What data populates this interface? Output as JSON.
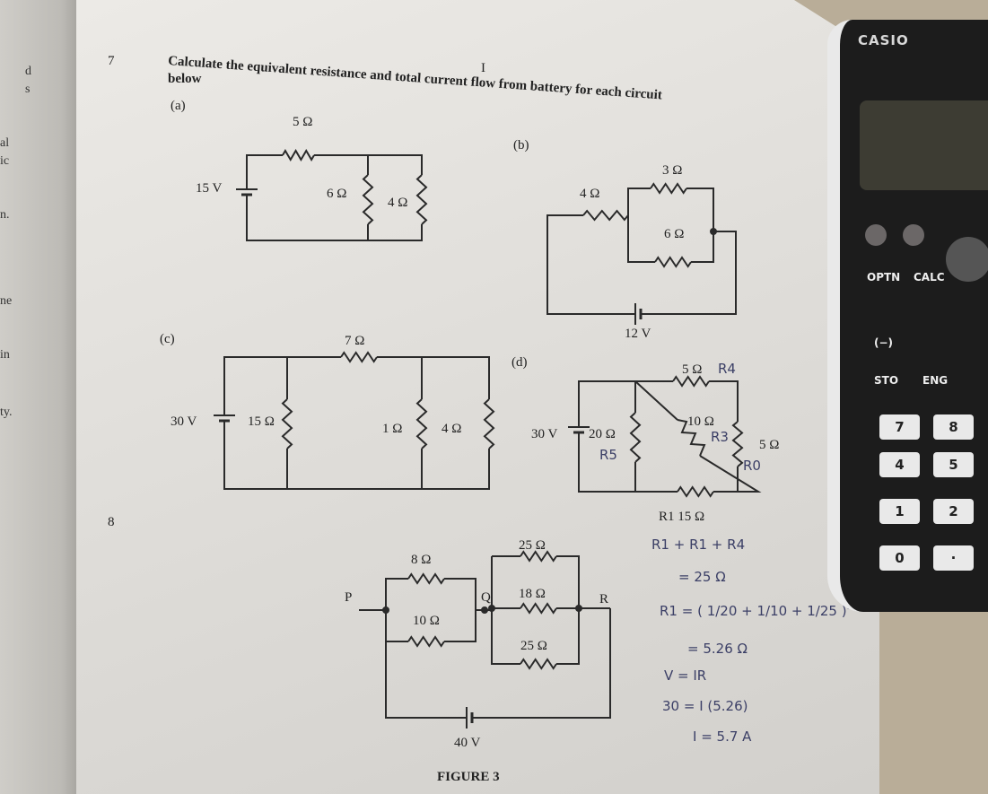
{
  "left_page_fragments": [
    "d",
    "s",
    "al",
    "ic",
    "n.",
    "ne",
    "in",
    "ty."
  ],
  "question": {
    "number": "7",
    "text": "Calculate the equivalent resistance and total current flow from battery for each circuit",
    "text2": "below",
    "mark": "I"
  },
  "circuit_a": {
    "label": "(a)",
    "r_series": "5 Ω",
    "voltage": "15 V",
    "r1": "6 Ω",
    "r2": "4 Ω"
  },
  "circuit_b": {
    "label": "(b)",
    "r1": "3 Ω",
    "r2": "4 Ω",
    "r3": "6 Ω",
    "voltage": "12 V"
  },
  "circuit_c": {
    "label": "(c)",
    "r_series": "7 Ω",
    "voltage": "30 V",
    "r1": "15 Ω",
    "r2": "1 Ω",
    "r3": "4 Ω"
  },
  "circuit_d": {
    "label": "(d)",
    "r_top": "5 Ω",
    "r_top_note": "R4",
    "voltage": "30 V",
    "r_left": "20 Ω",
    "r_left_note": "R5",
    "r_diag": "10 Ω",
    "r_diag_note": "R3",
    "r_right": "5 Ω",
    "r_right_note": "R0",
    "r_bottom": "R1 15 Ω"
  },
  "question8": {
    "number": "8",
    "node_p": "P",
    "node_q": "Q",
    "node_r": "R",
    "r1": "8 Ω",
    "r2": "10 Ω",
    "r3": "25 Ω",
    "r4": "18 Ω",
    "r5": "25 Ω",
    "voltage": "40 V",
    "caption": "FIGURE 3"
  },
  "handwritten": [
    "R1 + R1 + R4",
    "= 25 Ω",
    "R1 = ( 1/20 + 1/10 + 1/25 )⁻¹",
    "= 5.26 Ω",
    "V = IR",
    "30 = I (5.26)",
    "I = 5.7 A"
  ],
  "calculator": {
    "brand": "CASIO",
    "keys": [
      "OPTN",
      "CALC",
      "(−)",
      "STO",
      "ENG"
    ],
    "number_keys": [
      "7",
      "8",
      "4",
      "5",
      "1",
      "2",
      "0",
      "·"
    ]
  }
}
